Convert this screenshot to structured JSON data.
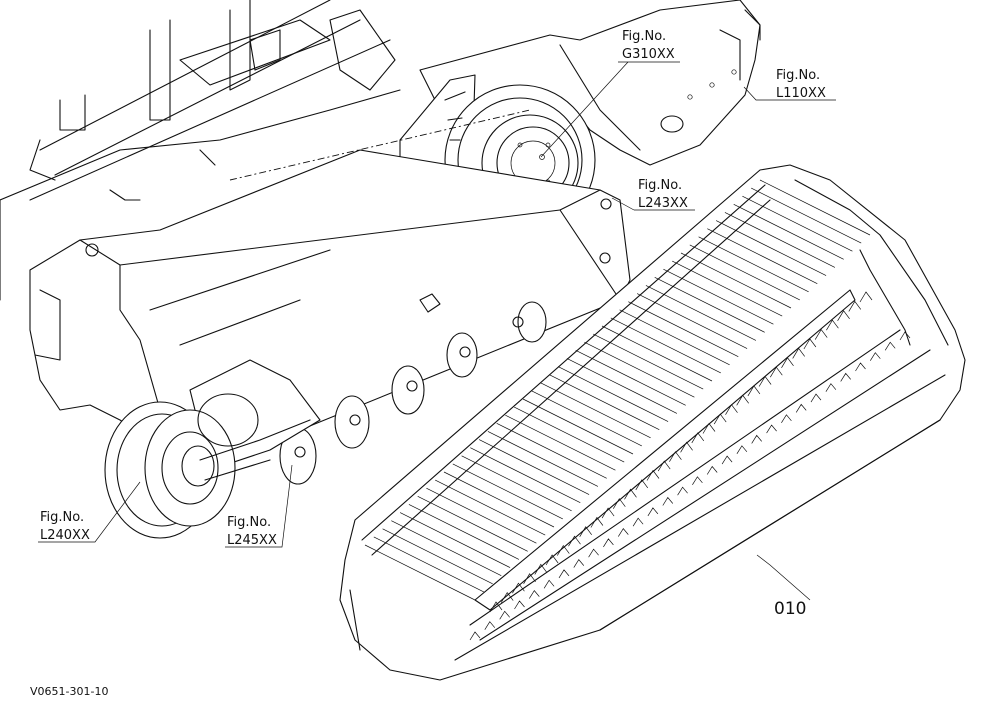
{
  "callouts": {
    "g310": {
      "line1": "Fig.No.",
      "line2": "G310XX"
    },
    "l110": {
      "line1": "Fig.No.",
      "line2": "L110XX"
    },
    "l243": {
      "line1": "Fig.No.",
      "line2": "L243XX"
    },
    "l240": {
      "line1": "Fig.No.",
      "line2": "L240XX"
    },
    "l245": {
      "line1": "Fig.No.",
      "line2": "L245XX"
    }
  },
  "part_number": "010",
  "drawing_ref": "V0651-301-10"
}
